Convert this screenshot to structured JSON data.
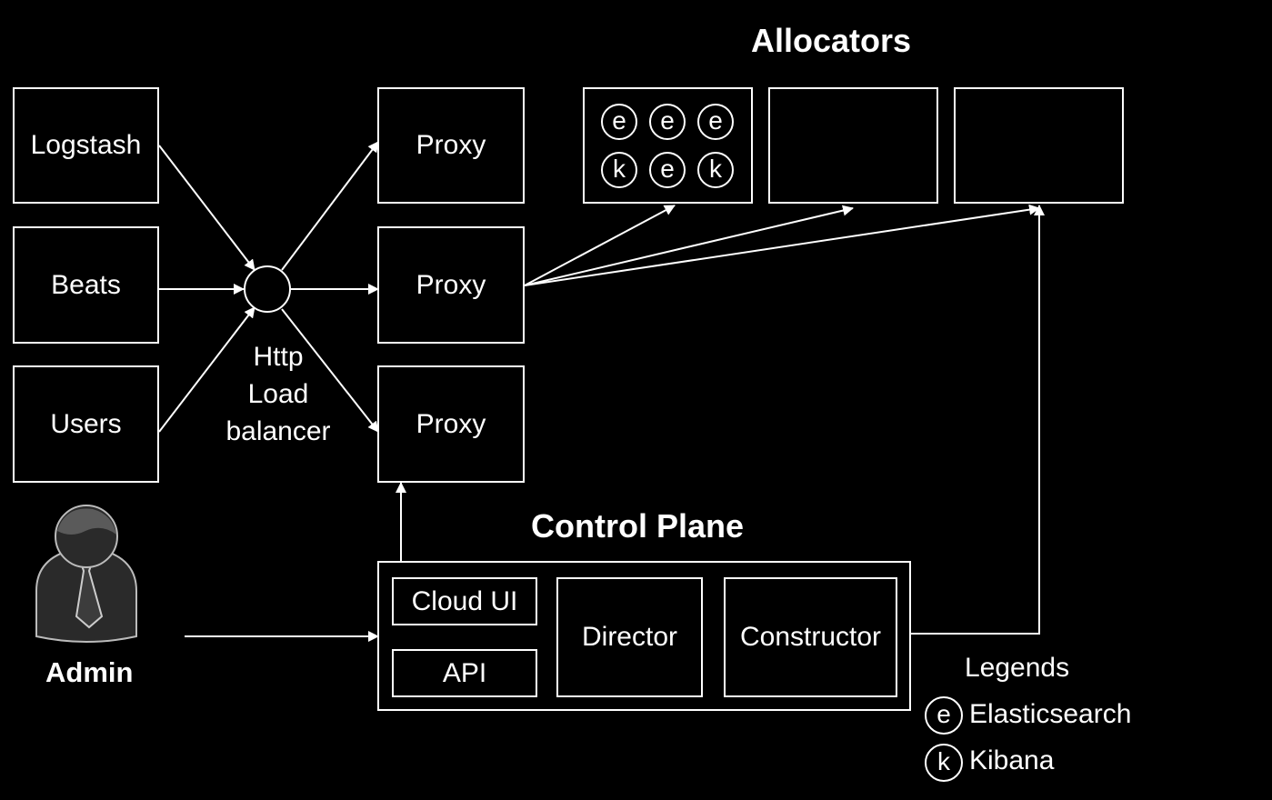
{
  "titles": {
    "allocators": "Allocators",
    "control_plane": "Control Plane"
  },
  "sources": [
    "Logstash",
    "Beats",
    "Users"
  ],
  "load_balancer": {
    "label_lines": [
      "Http",
      "Load",
      "balancer"
    ]
  },
  "proxies": [
    "Proxy",
    "Proxy",
    "Proxy"
  ],
  "allocator_nodes": [
    "e",
    "e",
    "e",
    "k",
    "e",
    "k"
  ],
  "control_plane": {
    "cloud_ui": "Cloud UI",
    "api": "API",
    "director": "Director",
    "constructor": "Constructor"
  },
  "admin": {
    "label": "Admin"
  },
  "legend": {
    "title": "Legends",
    "items": [
      {
        "symbol": "e",
        "label": "Elasticsearch"
      },
      {
        "symbol": "k",
        "label": "Kibana"
      }
    ]
  },
  "colors": {
    "background": "#000000",
    "foreground": "#ffffff"
  }
}
